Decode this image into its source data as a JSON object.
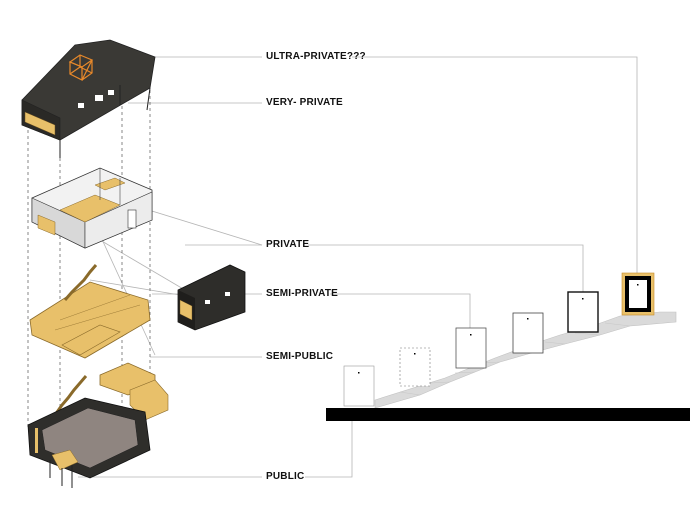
{
  "levels": [
    {
      "key": "ultra_private",
      "label": "ULTRA-PRIVATE???"
    },
    {
      "key": "very_private",
      "label": "VERY- PRIVATE"
    },
    {
      "key": "private",
      "label": "PRIVATE"
    },
    {
      "key": "semi_private",
      "label": "SEMI-PRIVATE"
    },
    {
      "key": "semi_public",
      "label": "SEMI-PUBLIC"
    },
    {
      "key": "public",
      "label": "PUBLIC"
    }
  ],
  "colors": {
    "roof": "#3a3935",
    "wood": "#e8c06a",
    "wood_edge": "#8a6a2a",
    "wall": "#f2f2f2",
    "floor": "#8f8580",
    "accent": "#e8892a",
    "stair": "#dadada",
    "leader": "#b5b5b5",
    "ground": "#000000"
  }
}
